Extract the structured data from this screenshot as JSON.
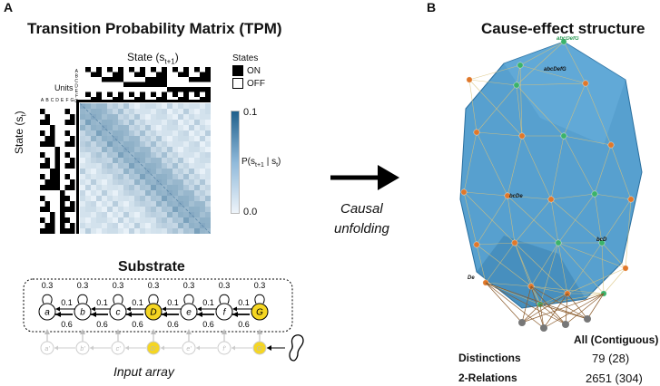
{
  "panel_a": {
    "letter": "A",
    "title": "Transition Probability Matrix (TPM)",
    "state_next_label": "State (s",
    "state_next_sub": "t+1",
    "state_next_close": ")",
    "state_curr_label": "State (s",
    "state_curr_sub": "t",
    "state_curr_close": ")",
    "units_label": "Units",
    "unit_letters": [
      "A",
      "B",
      "C",
      "D",
      "E",
      "F",
      "G"
    ],
    "legend_title": "States",
    "legend_on": "ON",
    "legend_off": "OFF",
    "colorbar_max": "0.1",
    "colorbar_min": "0.0",
    "colorbar_label": "P(s",
    "colorbar_label_sub1": "t+1",
    "colorbar_label_mid": " | s",
    "colorbar_label_sub2": "t",
    "colorbar_label_close": ")",
    "colors": {
      "tpm_dark": "#1f5f8b",
      "tpm_light": "#e8f1f8",
      "on": "#000000"
    }
  },
  "substrate": {
    "title": "Substrate",
    "nodes": [
      "a",
      "b",
      "c",
      "D",
      "e",
      "f",
      "G"
    ],
    "highlighted": [
      "D",
      "G"
    ],
    "self_weight": "0.3",
    "left_weight": "0.1",
    "right_weight": "0.6",
    "input_nodes": [
      "a'",
      "b'",
      "c'",
      "D'",
      "e'",
      "f'",
      "G'"
    ],
    "input_label": "Input array",
    "highlight_color": "#f5d622"
  },
  "arrow": {
    "label_line1": "Causal",
    "label_line2": "unfolding"
  },
  "panel_b": {
    "letter": "B",
    "title": "Cause-effect structure",
    "node_labels": [
      "abcDefG",
      "abcDefG",
      "bcDe",
      "bcD",
      "De"
    ],
    "table": {
      "header": "All (Contiguous)",
      "rows": [
        {
          "label": "Distinctions",
          "value": "79 (28)"
        },
        {
          "label": "2-Relations",
          "value": "2651 (304)"
        }
      ]
    },
    "colors": {
      "hull": "#3a8fc7",
      "edge": "#d8c27a",
      "node_orange": "#e0782a",
      "node_green": "#3bb36a",
      "node_grey": "#777777"
    }
  }
}
